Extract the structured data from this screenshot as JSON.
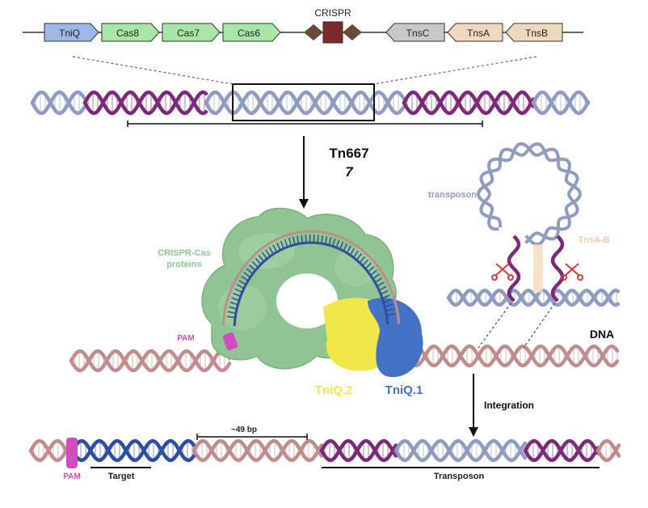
{
  "operon": {
    "genes": [
      {
        "label": "TniQ",
        "fill": "#9db8e6",
        "dir": "right"
      },
      {
        "label": "Cas8",
        "fill": "#a8e6a8",
        "dir": "right"
      },
      {
        "label": "Cas7",
        "fill": "#a8e6a8",
        "dir": "right"
      },
      {
        "label": "Cas6",
        "fill": "#a8e6a8",
        "dir": "right"
      },
      {
        "label": "TnsC",
        "fill": "#c8c8c8",
        "dir": "left"
      },
      {
        "label": "TnsA",
        "fill": "#f0d8bc",
        "dir": "left"
      },
      {
        "label": "TnsB",
        "fill": "#f0d8bc",
        "dir": "left"
      }
    ],
    "crispr_label": "CRISPR"
  },
  "labels": {
    "tn_name_line1": "Tn667",
    "tn_name_line2": "7",
    "transposon_loop": "transposon",
    "tnsab": "TnsA-B",
    "cas_proteins_line1": "CRISPR-Cas",
    "cas_proteins_line2": "proteins",
    "pam_complex": "PAM",
    "dna": "DNA",
    "tniq2": "TniQ.2",
    "tniq1": "TniQ.1",
    "integration": "Integration",
    "distance": "~49 bp",
    "pam_bottom": "PAM",
    "target": "Target",
    "transposon_bottom": "Transposon"
  },
  "colors": {
    "dna_purple": "#7a2a78",
    "dna_blue_gray": "#8f9cc0",
    "dna_pink": "#c08c8c",
    "dna_dark_blue": "#2d4f9e",
    "cas_green": "#8fc592",
    "tniq_yellow": "#f1e64a",
    "tniq_blue": "#4472c4",
    "pam_magenta": "#d24bc1",
    "crispr_red": "#7a2a2a",
    "crispr_brown": "#6b4a3a",
    "scissors_red": "#d83a3a"
  }
}
